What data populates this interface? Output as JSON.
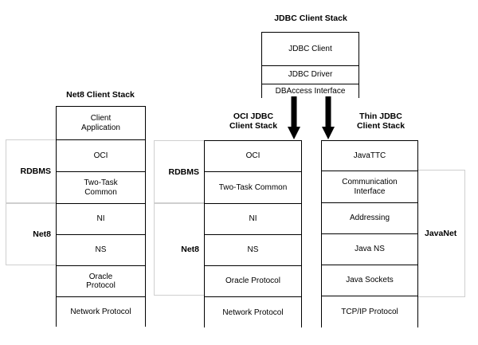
{
  "diagram": {
    "title_jdbc": "JDBC Client Stack",
    "title_net8": "Net8 Client Stack",
    "title_oci": "OCI JDBC\nClient Stack",
    "title_thin": "Thin JDBC\nClient Stack",
    "colors": {
      "stroke": "#000000",
      "group_stroke": "#cfcfcf",
      "background": "#ffffff",
      "text": "#000000"
    }
  },
  "jdbc_stack": {
    "title": "JDBC Client Stack",
    "layers": [
      {
        "label": "JDBC Client"
      },
      {
        "label": "JDBC Driver"
      },
      {
        "label": "DBAccess Interface"
      }
    ]
  },
  "net8_stack": {
    "title": "Net8 Client Stack",
    "layers": [
      {
        "label": "Client\nApplication"
      },
      {
        "label": "OCI"
      },
      {
        "label": "Two-Task\nCommon"
      },
      {
        "label": "NI"
      },
      {
        "label": "NS"
      },
      {
        "label": "Oracle\nProtocol"
      },
      {
        "label": "Network Protocol"
      }
    ],
    "groups": [
      {
        "label": "RDBMS"
      },
      {
        "label": "Net8"
      }
    ]
  },
  "oci_stack": {
    "title": "OCI JDBC\nClient Stack",
    "layers": [
      {
        "label": "OCI"
      },
      {
        "label": "Two-Task Common"
      },
      {
        "label": "NI"
      },
      {
        "label": "NS"
      },
      {
        "label": "Oracle Protocol"
      },
      {
        "label": "Network Protocol"
      }
    ],
    "groups": [
      {
        "label": "RDBMS"
      },
      {
        "label": "Net8"
      }
    ]
  },
  "thin_stack": {
    "title": "Thin JDBC\nClient Stack",
    "layers": [
      {
        "label": "JavaTTC"
      },
      {
        "label": "Communication\nInterface"
      },
      {
        "label": "Addressing"
      },
      {
        "label": "Java NS"
      },
      {
        "label": "Java Sockets"
      },
      {
        "label": "TCP/IP Protocol"
      }
    ],
    "groups": [
      {
        "label": "JavaNet"
      }
    ]
  },
  "connectors": [
    {
      "name": "arrow-to-oci-stack"
    },
    {
      "name": "arrow-to-thin-stack"
    }
  ]
}
